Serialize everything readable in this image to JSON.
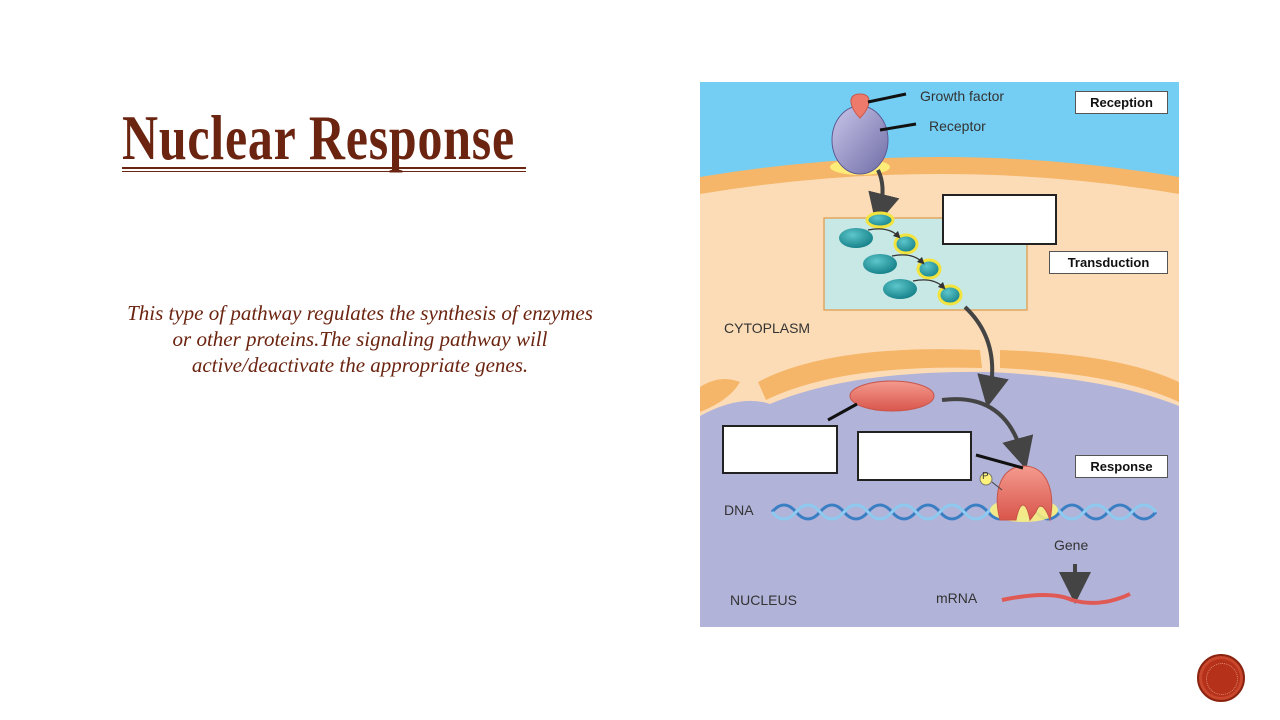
{
  "slide": {
    "title": "Nuclear Response",
    "body": "This type of pathway regulates the synthesis of enzymes or other proteins.The signaling pathway will active/deactivate the appropriate genes."
  },
  "diagram": {
    "labels": {
      "growth_factor": "Growth factor",
      "receptor": "Receptor",
      "cytoplasm": "CYTOPLASM",
      "dna": "DNA",
      "gene": "Gene",
      "nucleus": "NUCLEUS",
      "mrna": "mRNA",
      "phosphate": "P"
    },
    "stages": {
      "reception": "Reception",
      "transduction": "Transduction",
      "response": "Response"
    }
  },
  "colors": {
    "title": "#6b2410",
    "extracellular": "#74cdf2",
    "membrane": "#f6b66a",
    "cytoplasm": "#fcdcb6",
    "nucleus": "#b1b3d9",
    "relay_box": "#c7e8e4",
    "relay_protein": "#1f9aa2",
    "receptor": "#9b98c7",
    "transcription_factor": "#e9736a"
  }
}
